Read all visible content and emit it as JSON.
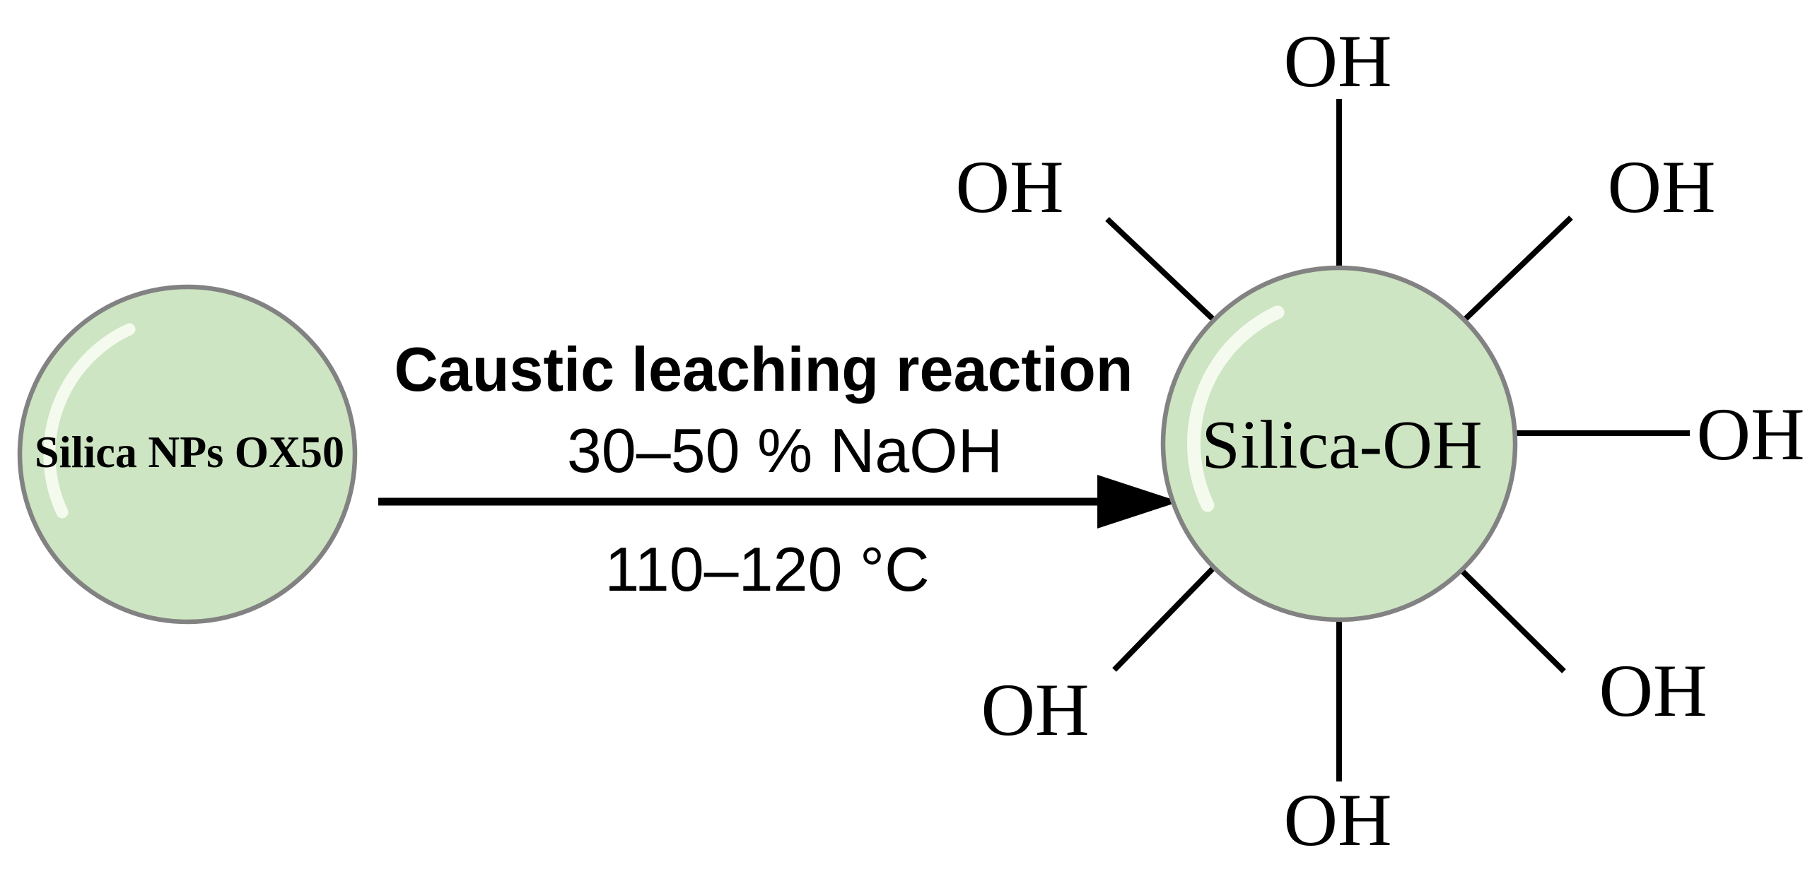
{
  "colors": {
    "background": "#ffffff",
    "particle_fill": "#cde5c2",
    "particle_stroke": "#828282",
    "highlight": "#f5faee",
    "line": "#000000",
    "text": "#000000"
  },
  "left_particle": {
    "label": "Silica NPs OX50"
  },
  "reaction": {
    "title": "Caustic leaching reaction",
    "reagent": "30–50 % NaOH",
    "temperature": "110–120 °C"
  },
  "right_particle": {
    "label": "Silica-OH",
    "oh_label": "OH"
  }
}
